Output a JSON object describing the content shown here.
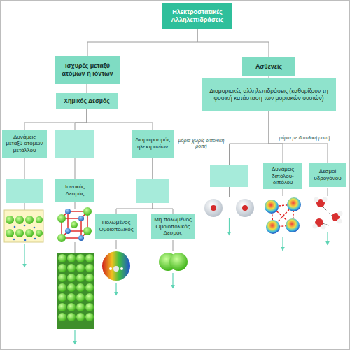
{
  "diagram": {
    "nodes": [
      {
        "text": [
          "Ηλεκτροστατικές Αλληλεπιδράσεις"
        ]
      },
      {
        "text": [
          "Ισχυρές μεταξύ ατόμων ή ιόντων"
        ]
      },
      {
        "text": [
          "Ασθενείς"
        ]
      },
      {
        "text": [
          "Χημικός Δεσμός"
        ]
      },
      {
        "text": [
          "Διαμοριακές αλληλεπιδράσεις (καθορίζουν τη φυσική κατάσταση των μοριακών ουσιών)"
        ]
      },
      {
        "text": [
          "Δυνάμεις μεταξύ ατόμων μετάλλου"
        ]
      },
      {
        "text": [
          "Διαμοιρασμός ηλεκτρονίων"
        ]
      },
      {
        "text": [
          "Δυνάμεις διπόλου-διπόλου"
        ]
      },
      {
        "text": [
          "Δεσμοί υδρογόνου"
        ]
      },
      {
        "text": [
          "Ιοντικός Δεσμός"
        ]
      },
      {
        "text": [
          "Πολωμένος Ομοιοπολικός"
        ]
      },
      {
        "text": [
          "Μη πολωμένος Ομοιοπολικός Δεσμός"
        ]
      }
    ],
    "edges": [
      {
        "from": 0,
        "to": 1,
        "arrow": "none"
      },
      {
        "from": 0,
        "to": 2,
        "arrow": "none"
      },
      {
        "from": 1,
        "to": 3,
        "arrow": "none"
      },
      {
        "from": 2,
        "to": 4,
        "arrow": "none"
      },
      {
        "from": 3,
        "to": 5,
        "arrow": "none"
      },
      {
        "from": 3,
        "to": 9,
        "arrow": "none"
      },
      {
        "from": 3,
        "to": 6,
        "arrow": "none"
      },
      {
        "from": 6,
        "to": 10,
        "arrow": "none"
      },
      {
        "from": 6,
        "to": 11,
        "arrow": "none"
      },
      {
        "from": 4,
        "to": 7,
        "arrow": "none"
      },
      {
        "from": 4,
        "to": 8,
        "arrow": "none"
      }
    ],
    "labels": [
      "μόρια χωρίς διπολική ροπή",
      "μόρια με διπολική ροπή"
    ]
  }
}
